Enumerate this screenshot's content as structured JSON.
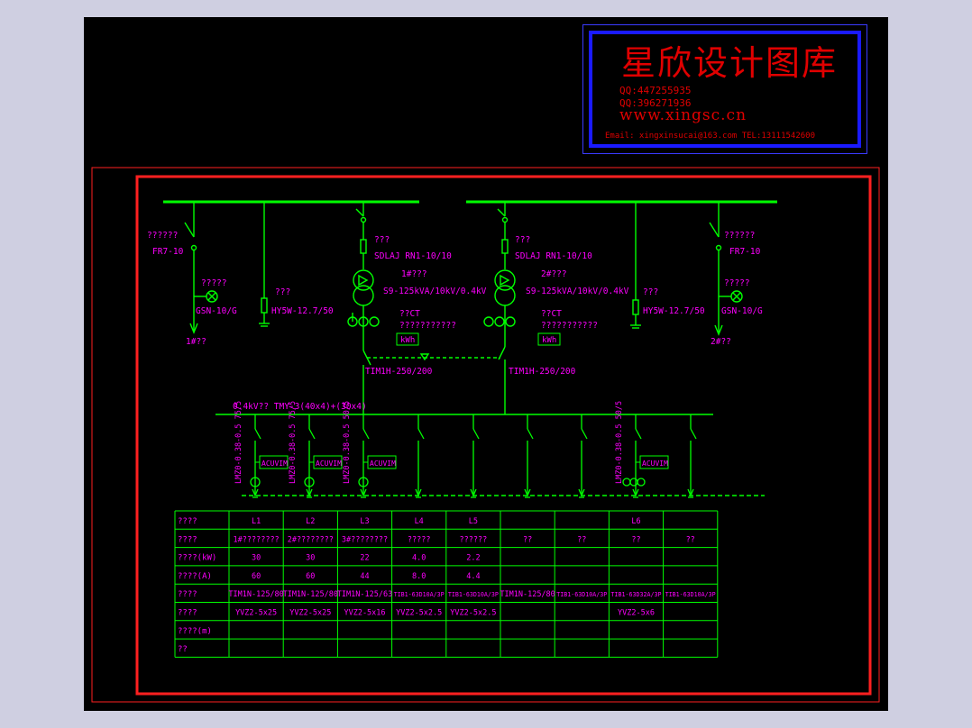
{
  "watermark": {
    "title": "星欣设计图库",
    "qq1": "QQ:447255935",
    "qq2": "QQ:396271936",
    "website": "www.xingsc.cn",
    "contact": "Email: xingxinsucai@163.com  TEL:13111542600"
  },
  "colors": {
    "background": "#000000",
    "frame": "#ff2020",
    "wire": "#00ff00",
    "label": "#ff00ff",
    "watermark": "#e00000"
  },
  "hv": {
    "left": {
      "switch_name": "??????",
      "switch_model": "FR7-10",
      "lamp_name": "?????",
      "lamp_model": "GSN-10/G",
      "arrester_name": "???",
      "arrester_model": "HY5W-12.7/50",
      "incoming": "1#??"
    },
    "right": {
      "switch_name": "??????",
      "switch_model": "FR7-10",
      "lamp_name": "?????",
      "lamp_model": "GSN-10/G",
      "arrester_name": "???",
      "arrester_model": "HY5W-12.7/50",
      "incoming": "2#??"
    },
    "t1": {
      "fuse_name": "???",
      "fuse_model": "SDLAJ  RN1-10/10",
      "name": "1#???",
      "spec": "S9-125kVA/10kV/0.4kV",
      "ct": "??CT",
      "meter_text": "???????????",
      "meter": "kWh",
      "breaker": "TIM1H-250/200"
    },
    "t2": {
      "fuse_name": "???",
      "fuse_model": "SDLAJ  RN1-10/10",
      "name": "2#???",
      "spec": "S9-125kVA/10kV/0.4kV",
      "ct": "??CT",
      "meter_text": "???????????",
      "meter": "kWh",
      "breaker": "TIM1H-250/200"
    }
  },
  "lv": {
    "bus_label": "0.4kV?? TMY-3(40x4)+(30x4)",
    "meter_label": "ACUVIM",
    "ct_labels": [
      "LMZ0-0.38-0.5 75/5",
      "LMZ0-0.38-0.5 75/5",
      "LMZ0-0.38-0.5 50/5",
      "LMZ0-0.38-0.5 50/5"
    ]
  },
  "table": {
    "row_headers": [
      "????",
      "????",
      "????(kW)",
      "????(A)",
      "????",
      "????",
      "????(m)",
      "??"
    ],
    "cols": [
      [
        "L1",
        "1#????????",
        "30",
        "60",
        "TIM1N-125/80",
        "YVZ2-5x25",
        "",
        ""
      ],
      [
        "L2",
        "2#????????",
        "30",
        "60",
        "TIM1N-125/80",
        "YVZ2-5x25",
        "",
        ""
      ],
      [
        "L3",
        "3#????????",
        "22",
        "44",
        "TIM1N-125/63",
        "YVZ2-5x16",
        "",
        ""
      ],
      [
        "L4",
        "?????",
        "4.0",
        "8.0",
        "TIB1-63D10A/3P",
        "YVZ2-5x2.5",
        "",
        ""
      ],
      [
        "L5",
        "??????",
        "2.2",
        "4.4",
        "TIB1-63D10A/3P",
        "YVZ2-5x2.5",
        "",
        ""
      ],
      [
        "",
        "??",
        "",
        "",
        "TIM1N-125/80",
        "",
        "",
        ""
      ],
      [
        "",
        "??",
        "",
        "",
        "TIB1-63D10A/3P",
        "",
        "",
        ""
      ],
      [
        "L6",
        "??",
        "",
        "",
        "TIB1-63D32A/3P",
        "YVZ2-5x6",
        "",
        ""
      ],
      [
        "",
        "??",
        "",
        "",
        "TIB1-63D10A/3P",
        "",
        "",
        ""
      ]
    ]
  }
}
